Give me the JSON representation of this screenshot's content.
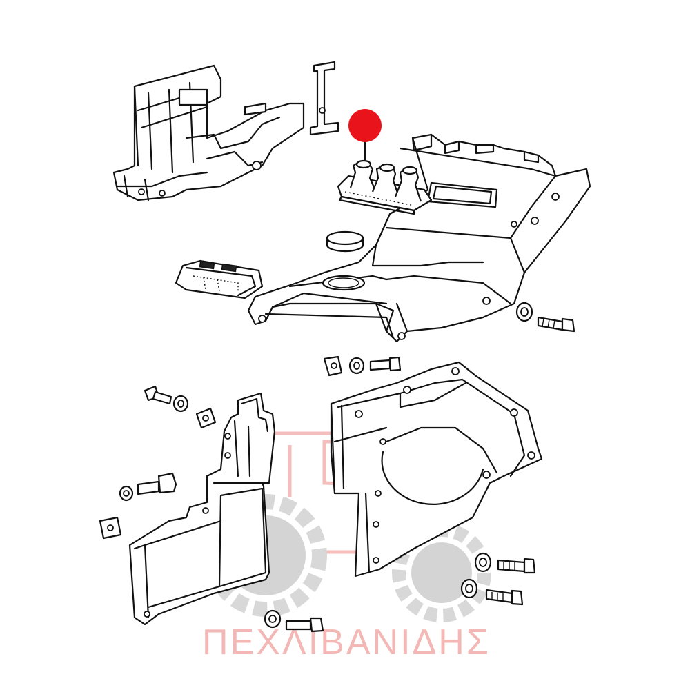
{
  "watermark": {
    "brand_text": "ΠΕΧΛΙΒΑΝΙΔΗΣ",
    "logo_color": "#cfcfcf",
    "text_color": "#f2b0ad"
  },
  "marker": {
    "color": "#e8131b",
    "icon": "red-dot-marker"
  },
  "parts": [
    "front-frame-bracket",
    "transmission-tunnel-cover",
    "gear-lever-rubber-boots",
    "plug-cap",
    "rubber-mount-block",
    "left-side-panel",
    "right-side-panel",
    "washers-and-bolts",
    "clip-nuts"
  ]
}
